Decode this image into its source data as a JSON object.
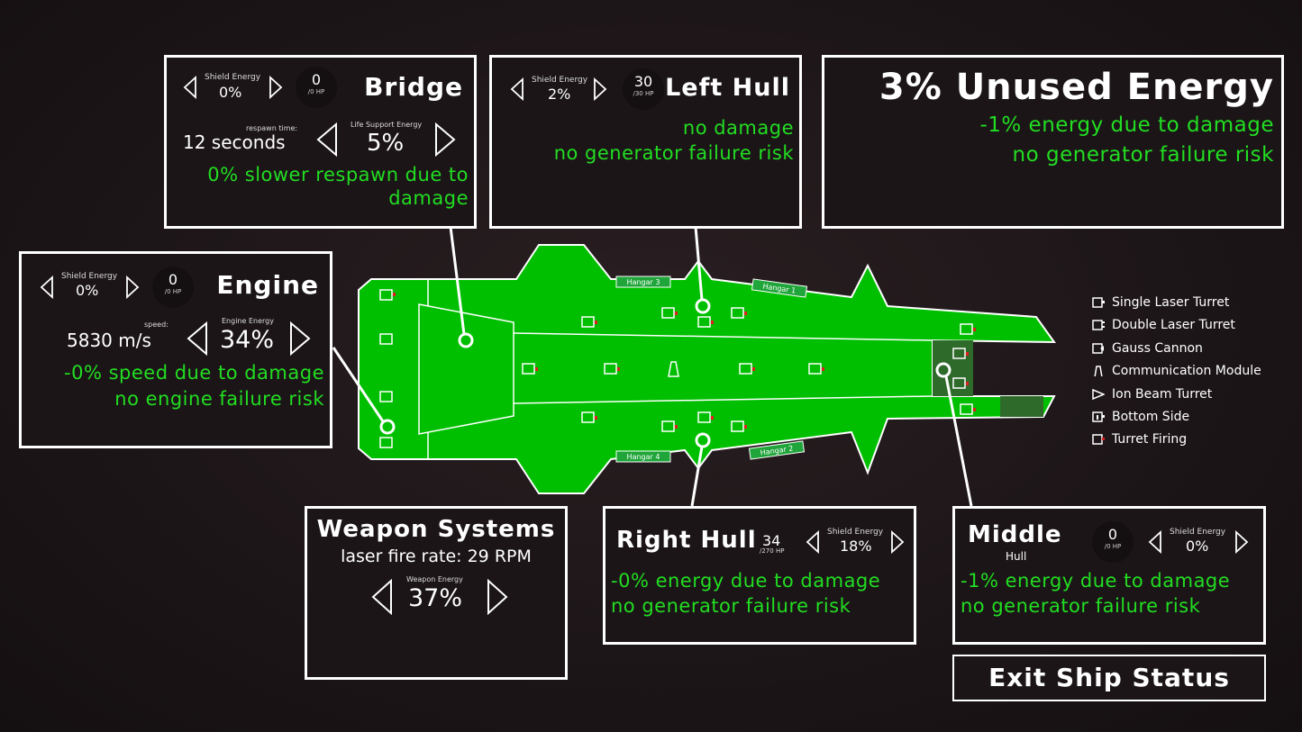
{
  "bridge": {
    "title": "Bridge",
    "shield_label": "Shield Energy",
    "shield_value": "0%",
    "hp_value": "0",
    "hp_max": "/0 HP",
    "respawn_label": "respawn time:",
    "respawn_value": "12 seconds",
    "life_support_label": "Life Support Energy",
    "life_support_value": "5%",
    "status_line1": "0% slower respawn due to",
    "status_line2": "damage"
  },
  "left_hull": {
    "title": "Left Hull",
    "shield_label": "Shield Energy",
    "shield_value": "2%",
    "hp_value": "30",
    "hp_max": "/30 HP",
    "status_line1": "no damage",
    "status_line2": "no generator failure risk"
  },
  "unused_energy": {
    "title": "3% Unused Energy",
    "status_line1": "-1% energy due to damage",
    "status_line2": "no generator failure risk"
  },
  "engine": {
    "title": "Engine",
    "shield_label": "Shield Energy",
    "shield_value": "0%",
    "hp_value": "0",
    "hp_max": "/0 HP",
    "speed_label": "speed:",
    "speed_value": "5830 m/s",
    "energy_label": "Engine Energy",
    "energy_value": "34%",
    "status_line1": "-0% speed due to damage",
    "status_line2": "no engine failure risk"
  },
  "weapons": {
    "title": "Weapon Systems",
    "fire_rate": "laser fire rate: 29 RPM",
    "energy_label": "Weapon Energy",
    "energy_value": "37%"
  },
  "right_hull": {
    "title": "Right Hull",
    "hp_value": "34",
    "hp_max": "/270 HP",
    "shield_label": "Shield Energy",
    "shield_value": "18%",
    "status_line1": "-0% energy due to damage",
    "status_line2": "no generator failure risk"
  },
  "middle_hull": {
    "title": "Middle",
    "subtitle": "Hull",
    "hp_value": "0",
    "hp_max": "/0 HP",
    "shield_label": "Shield Energy",
    "shield_value": "0%",
    "status_line1": "-1% energy due to damage",
    "status_line2": "no generator failure risk"
  },
  "hangars": {
    "h1": "Hangar 1",
    "h2": "Hangar 2",
    "h3": "Hangar 3",
    "h4": "Hangar 4"
  },
  "legend": {
    "single_laser": "Single Laser Turret",
    "double_laser": "Double Laser Turret",
    "gauss": "Gauss Cannon",
    "comm": "Communication Module",
    "ion": "Ion Beam Turret",
    "bottom": "Bottom Side",
    "firing": "Turret Firing"
  },
  "exit_label": "Exit Ship Status",
  "colors": {
    "ship_green": "#00bf00",
    "status_green": "#22dd22",
    "panel_border": "#ffffff",
    "background": "#1d1618"
  }
}
